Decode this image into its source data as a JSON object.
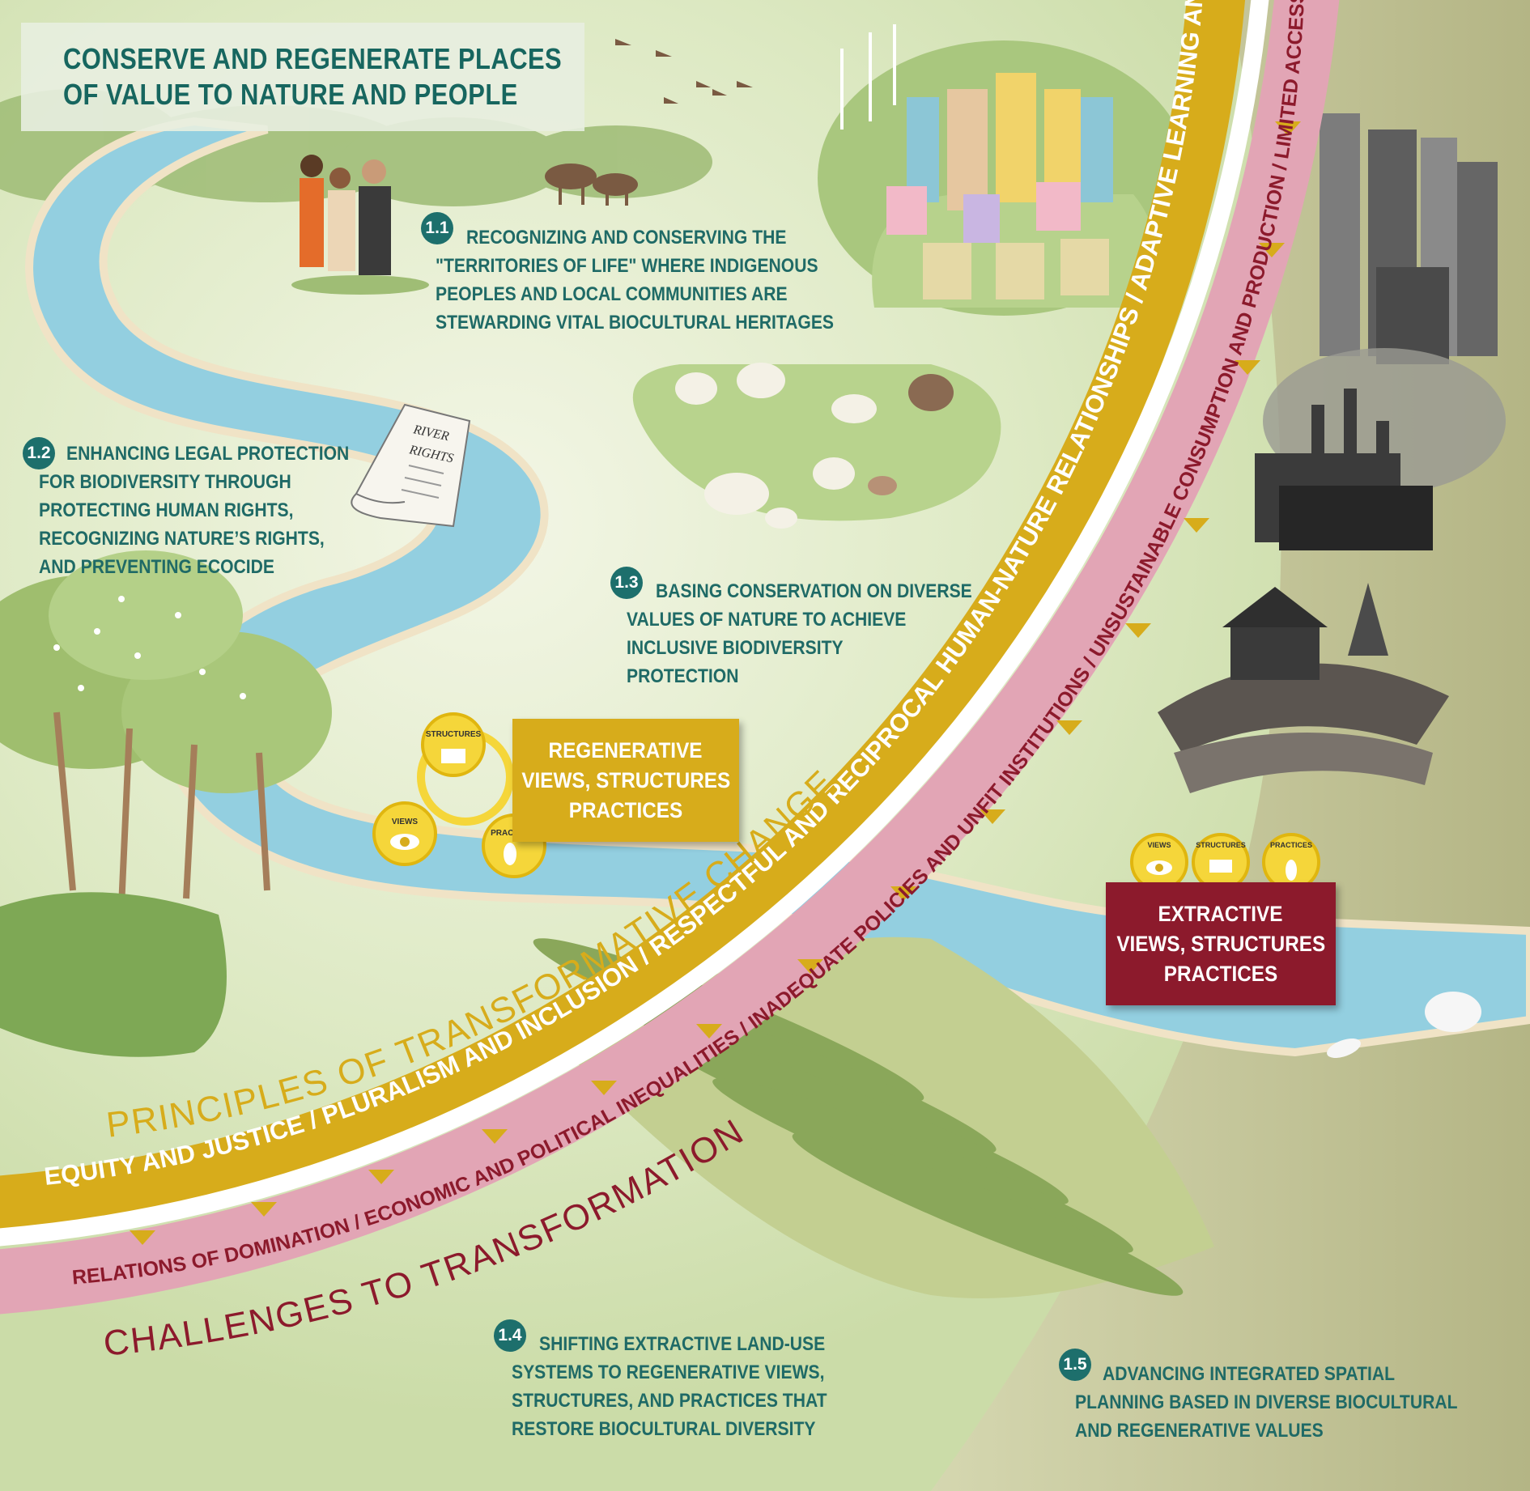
{
  "title": {
    "line1": "CONSERVE AND REGENERATE PLACES",
    "line2": "OF VALUE TO NATURE AND PEOPLE"
  },
  "items": [
    {
      "badge": "1.1",
      "lines": [
        "RECOGNIZING AND CONSERVING THE",
        "\"TERRITORIES OF LIFE\" WHERE INDIGENOUS",
        "PEOPLES AND LOCAL COMMUNITIES ARE",
        "STEWARDING VITAL BIOCULTURAL HERITAGES"
      ]
    },
    {
      "badge": "1.2",
      "lines": [
        "ENHANCING LEGAL PROTECTION",
        "FOR BIODIVERSITY THROUGH",
        "PROTECTING HUMAN RIGHTS,",
        "RECOGNIZING NATURE’S RIGHTS,",
        "AND PREVENTING ECOCIDE"
      ]
    },
    {
      "badge": "1.3",
      "lines": [
        "BASING CONSERVATION ON DIVERSE",
        "VALUES OF NATURE TO ACHIEVE",
        "INCLUSIVE BIODIVERSITY",
        "PROTECTION"
      ]
    },
    {
      "badge": "1.4",
      "lines": [
        "SHIFTING EXTRACTIVE LAND-USE",
        "SYSTEMS TO REGENERATIVE VIEWS,",
        "STRUCTURES, AND PRACTICES THAT",
        "RESTORE BIOCULTURAL DIVERSITY"
      ]
    },
    {
      "badge": "1.5",
      "lines": [
        "ADVANCING INTEGRATED SPATIAL",
        "PLANNING BASED IN DIVERSE BIOCULTURAL",
        "AND REGENERATIVE VALUES"
      ]
    }
  ],
  "regenerative_box": {
    "lines": [
      "REGENERATIVE",
      "VIEWS, STRUCTURES",
      "PRACTICES"
    ]
  },
  "extractive_box": {
    "lines": [
      "EXTRACTIVE",
      "VIEWS, STRUCTURES",
      "PRACTICES"
    ]
  },
  "triskelion_labels": {
    "structures": "STRUCTURES",
    "views": "VIEWS",
    "practices": "PRACTICES"
  },
  "river_rights_scroll": {
    "line1": "RIVER",
    "line2": "RIGHTS"
  },
  "principles": {
    "heading": "PRINCIPLES OF TRANSFORMATIVE CHANGE",
    "band_text": "EQUITY AND JUSTICE   /   PLURALISM AND INCLUSION   /   RESPECTFUL AND RECIPROCAL HUMAN-NATURE RELATIONSHIPS   /   ADAPTIVE LEARNING AND ACTION"
  },
  "challenges": {
    "heading": "CHALLENGES TO TRANSFORMATION",
    "band_text": "RELATIONS OF DOMINATION  /  ECONOMIC AND POLITICAL INEQUALITIES  /  INADEQUATE POLICIES AND UNFIT INSTITUTIONS  /  UNSUSTAINABLE CONSUMPTION AND PRODUCTION  /  LIMITED ACCESS TO CLEAN TECHNOLOGIES"
  },
  "colors": {
    "teal": "#1f6a66",
    "gold": "#d7ac1b",
    "pink": "#e2a5b5",
    "maroon": "#8c1a2c",
    "river": "#8fcfe0",
    "land_green": "#c9dba5",
    "olive": "#b9bd8a"
  }
}
